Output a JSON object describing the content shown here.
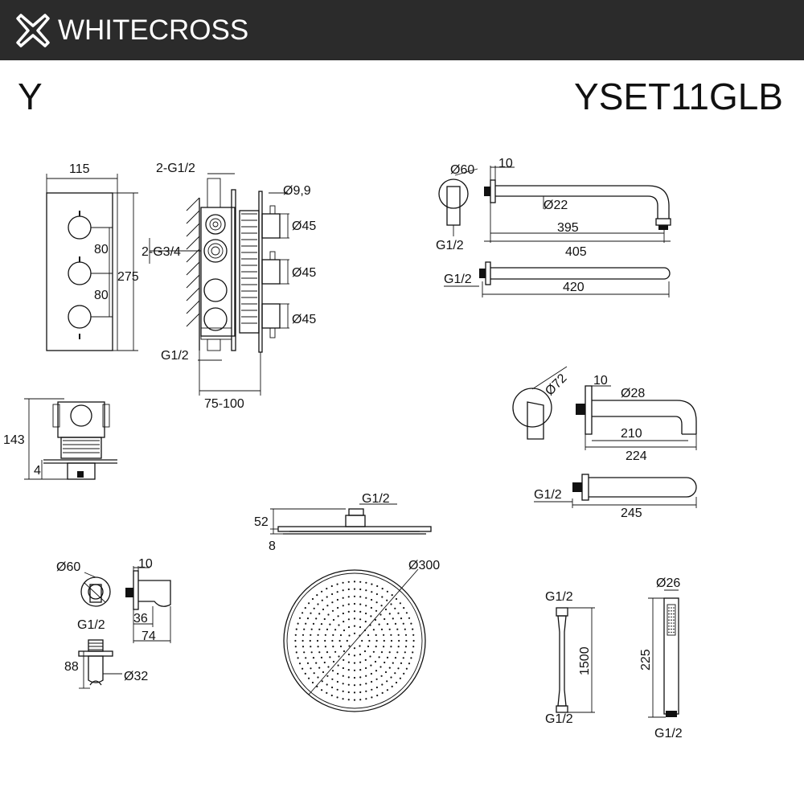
{
  "header": {
    "brand": "WHITECROSS",
    "series": "Y",
    "model": "YSET11GLB",
    "background": "#2b2b2b"
  },
  "logo_icon": "cross-logo-icon",
  "dimensions": {
    "panel_width": "115",
    "panel_height": "275",
    "knob_spacing_1": "80",
    "knob_spacing_2": "80",
    "valve_outlets": "2-G1/2",
    "valve_inlets": "2-G3/4",
    "valve_bottom_thread": "G1/2",
    "wall_depth": "75-100",
    "spindle_dia": "Ø9,9",
    "handle_dia_1": "Ø45",
    "handle_dia_2": "Ø45",
    "handle_dia_3": "Ø45",
    "side_height": "143",
    "side_depth": "4",
    "arm_flange_dia": "Ø60",
    "arm_flange_depth": "10",
    "arm_tube_dia": "Ø22",
    "arm_reach_inner": "395",
    "arm_reach_outer": "405",
    "arm_thread": "G1/2",
    "arm_length_total": "420",
    "arm_thread_2": "G1/2",
    "spout_flange_dia": "Ø72",
    "spout_flange_depth": "10",
    "spout_tube_dia": "Ø28",
    "spout_reach_inner": "210",
    "spout_reach_outer": "224",
    "spout_thread": "G1/2",
    "spout_length_total": "245",
    "head_thread": "G1/2",
    "head_height": "52",
    "head_thickness": "8",
    "head_dia": "Ø300",
    "holder_flange_dia": "Ø60",
    "holder_flange_depth": "10",
    "holder_thread": "G1/2",
    "holder_depth_inner": "36",
    "holder_depth_outer": "74",
    "holder_height": "88",
    "holder_dia": "Ø32",
    "hose_thread_top": "G1/2",
    "hose_length": "1500",
    "hose_thread_bottom": "G1/2",
    "handshower_dia": "Ø26",
    "handshower_length": "225",
    "handshower_thread": "G1/2"
  }
}
